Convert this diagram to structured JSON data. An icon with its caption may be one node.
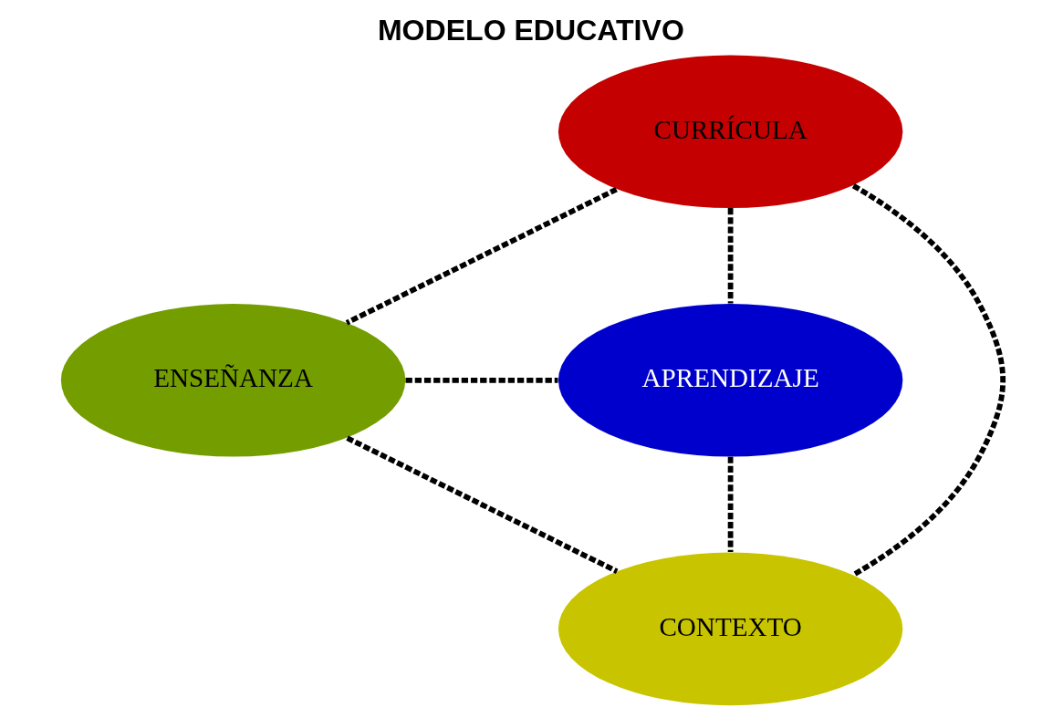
{
  "diagram": {
    "title": "MODELO EDUCATIVO",
    "nodes": [
      {
        "text": [
          "CURRÍCULA"
        ]
      },
      {
        "text": [
          "ENSEÑANZA"
        ]
      },
      {
        "text": [
          "APRENDIZAJE"
        ]
      },
      {
        "text": [
          "CONTEXTO"
        ]
      }
    ],
    "edges": [
      {
        "from": 0,
        "to": 1,
        "arrow": "none",
        "style": "dashed"
      },
      {
        "from": 0,
        "to": 2,
        "arrow": "none",
        "style": "dashed"
      },
      {
        "from": 0,
        "to": 3,
        "arrow": "none",
        "style": "dashed"
      },
      {
        "from": 1,
        "to": 2,
        "arrow": "none",
        "style": "dashed"
      },
      {
        "from": 1,
        "to": 3,
        "arrow": "none",
        "style": "dashed"
      },
      {
        "from": 2,
        "to": 3,
        "arrow": "none",
        "style": "dashed"
      }
    ]
  }
}
